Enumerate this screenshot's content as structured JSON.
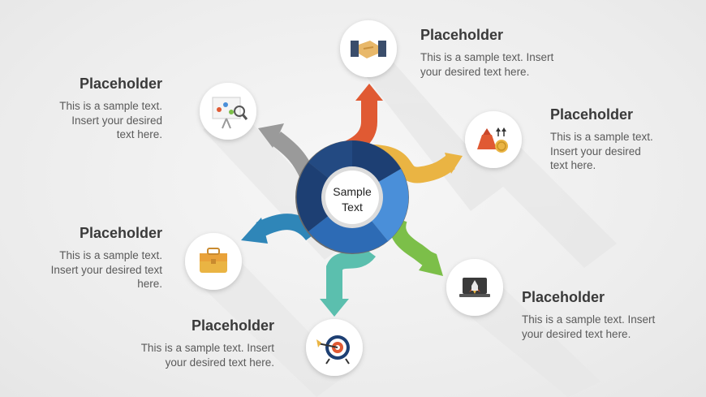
{
  "center": {
    "label": "Sample\nText"
  },
  "blocks": [
    {
      "id": "top",
      "title": "Placeholder",
      "text": "This is a sample text. Insert\nyour desired text here.",
      "icon": "handshake-icon"
    },
    {
      "id": "upper-left",
      "title": "Placeholder",
      "text": "This is a sample text.\nInsert your desired\ntext here.",
      "icon": "presentation-board-icon"
    },
    {
      "id": "upper-right",
      "title": "Placeholder",
      "text": "This is a sample text.\nInsert your desired\ntext here.",
      "icon": "money-bag-icon"
    },
    {
      "id": "left",
      "title": "Placeholder",
      "text": "This is a sample text.\nInsert your desired text\nhere.",
      "icon": "briefcase-icon"
    },
    {
      "id": "bottom",
      "title": "Placeholder",
      "text": "This is a sample text. Insert\nyour desired text here.",
      "icon": "target-icon"
    },
    {
      "id": "lower-right",
      "title": "Placeholder",
      "text": "This is a sample text. Insert\nyour desired text here.",
      "icon": "rocket-laptop-icon"
    }
  ],
  "colors": {
    "red": "#e05a33",
    "yellow": "#eab443",
    "blue_light": "#4a8fd9",
    "blue_mid": "#2d6bb5",
    "navy": "#1d3f73",
    "teal": "#5bbfae",
    "green": "#7cbf49",
    "steel_blue": "#2f86b8",
    "gray": "#9a9a9a"
  }
}
